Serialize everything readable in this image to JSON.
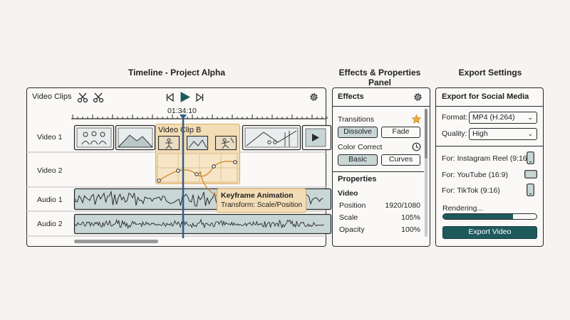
{
  "titles": {
    "timeline": "Timeline - Project Alpha",
    "effects": "Effects & Properties Panel",
    "export": "Export Settings"
  },
  "timeline": {
    "header_label": "Video Clips",
    "timecode": "01:34:10",
    "tracks": [
      "Video 1",
      "Video 2",
      "Audio 1",
      "Audio 2"
    ],
    "selected_clip_label": "Video Clip B",
    "callout_title": "Keyframe Animation",
    "callout_subtitle": "Transform: Scale/Position"
  },
  "effects": {
    "header": "Effects",
    "transitions_label": "Transitions",
    "dissolve": "Dissolve",
    "fade": "Fade",
    "color_correct_label": "Color Correct",
    "basic": "Basic",
    "curves": "Curves",
    "properties_label": "Properties",
    "video_label": "Video",
    "props": [
      {
        "name": "Position",
        "value": "1920/1080"
      },
      {
        "name": "Scale",
        "value": "105%"
      },
      {
        "name": "Opacity",
        "value": "100%"
      }
    ]
  },
  "export": {
    "header": "Export for Social Media",
    "format_label": "Format:",
    "format_value": "MP4 (H.264)",
    "quality_label": "Quality:",
    "quality_value": "High",
    "targets": [
      "For: Instagram Reel (9:16)",
      "For: YouTube (16:9)",
      "For: TikTok (9:16)"
    ],
    "rendering_label": "Rendering...",
    "rendering_progress": 0.75,
    "export_button": "Export Video"
  },
  "colors": {
    "accent_teal": "#1e5a5c",
    "clip_fill": "#c9d6d6",
    "selected_clip": "#f3ddb6",
    "selected_border": "#e0a95a",
    "playhead": "#2e5f8a",
    "star": "#f0a830"
  }
}
